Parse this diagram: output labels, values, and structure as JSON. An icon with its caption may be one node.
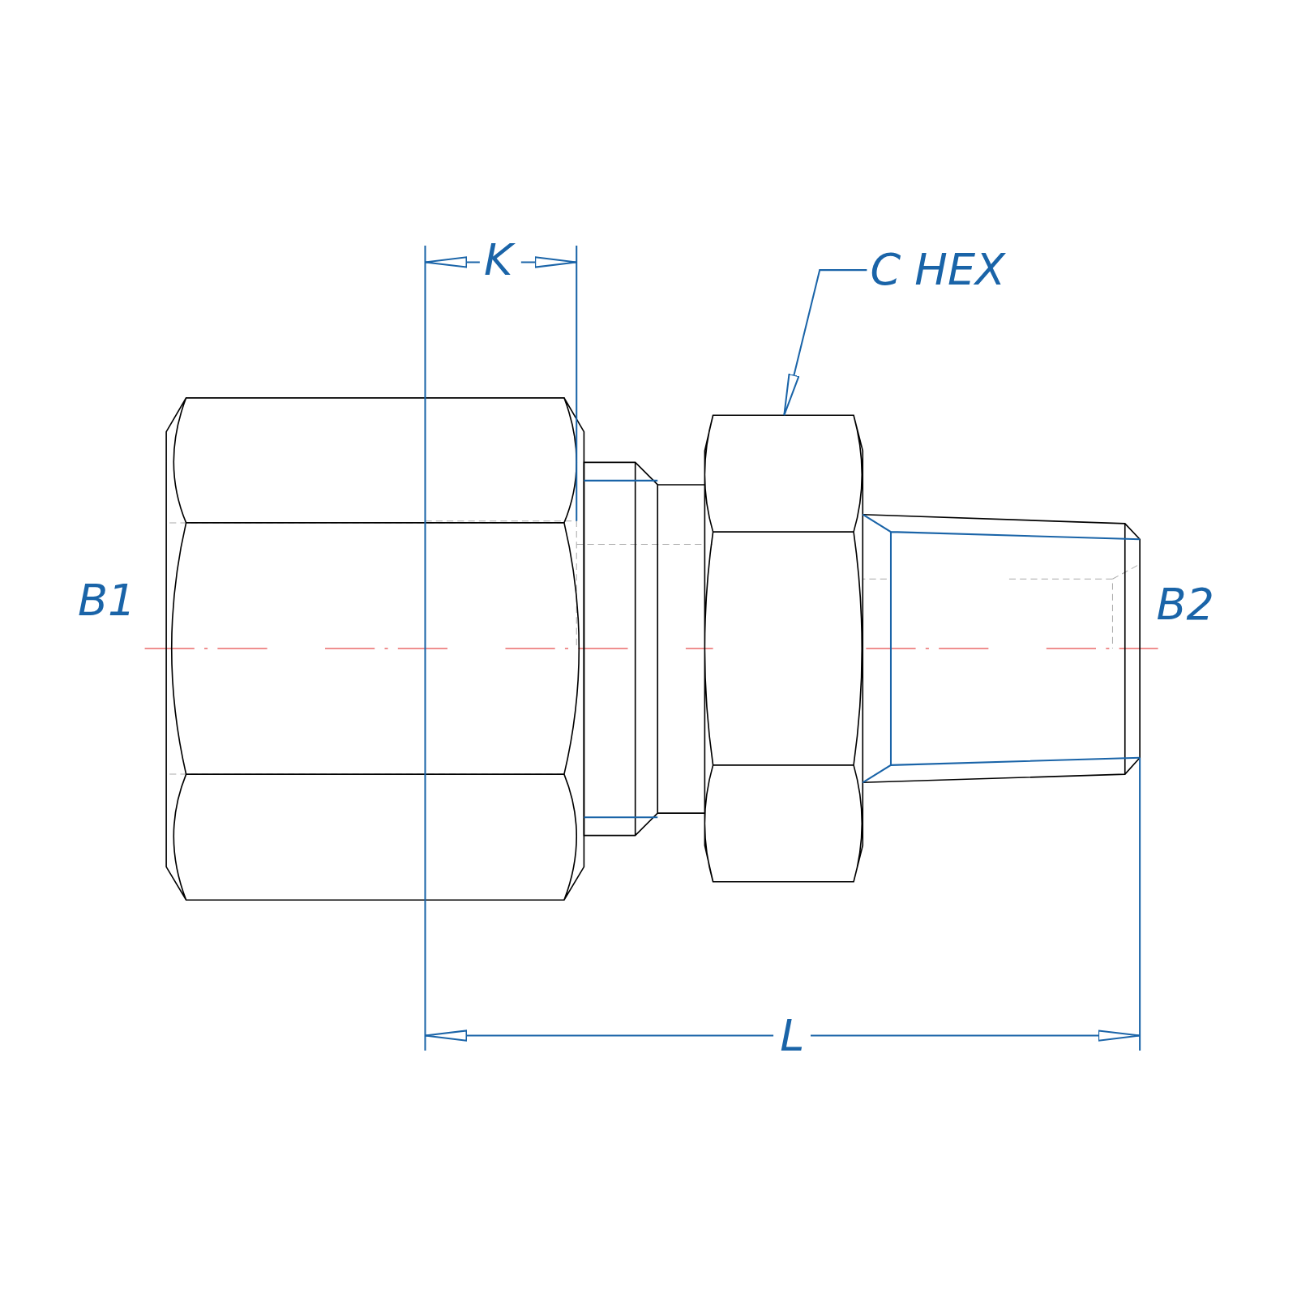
{
  "diagram": {
    "nodes": [
      {
        "text": [
          "C HEX"
        ]
      },
      {
        "text": [],
        "shape": "picture"
      }
    ],
    "edges": [
      {
        "from": 0,
        "to": 1,
        "arrow": "to"
      }
    ],
    "labels": [
      "K",
      "B1",
      "B2",
      "L"
    ]
  }
}
